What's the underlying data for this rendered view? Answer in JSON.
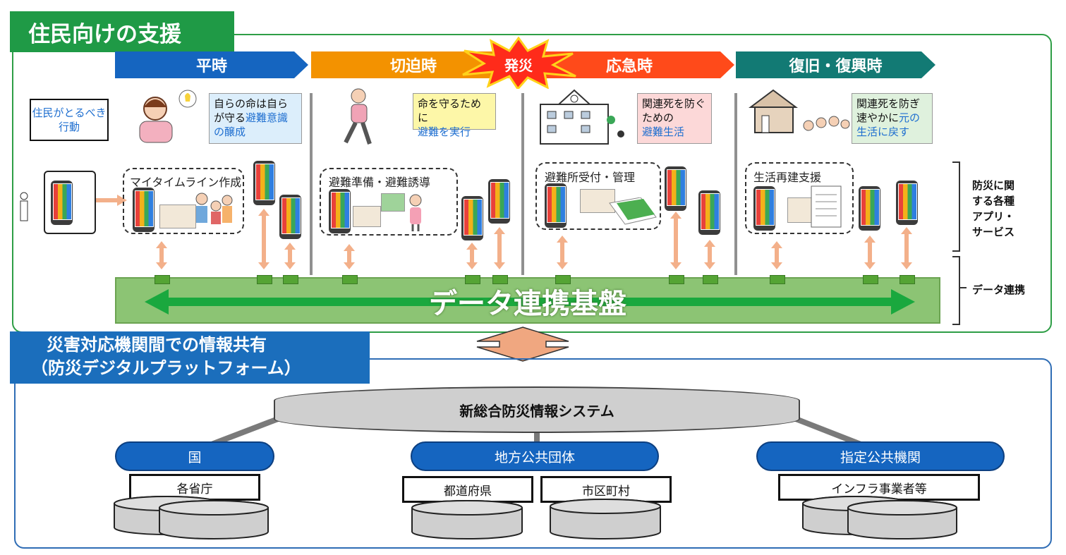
{
  "top_title": "住民向けの支援",
  "phases": [
    {
      "label": "平時",
      "color": "#1565c0"
    },
    {
      "label": "切迫時",
      "color": "#f39200"
    },
    {
      "label": "応急時",
      "color": "#ff4a1a"
    },
    {
      "label": "復旧・復興時",
      "color": "#127a74"
    }
  ],
  "disaster_burst": "発災",
  "resident_action_label": "住民がとるべき\n行動",
  "notes": [
    {
      "text_a": "自らの命は自らが守る",
      "text_b": "避難意識の醸成",
      "bg": "#dceefb"
    },
    {
      "text_a": "命を守るために",
      "text_b": "避難を実行",
      "bg": "#fdf7a8"
    },
    {
      "text_a": "関連死を防ぐための",
      "text_b": "避難生活",
      "bg": "#fcd8d8"
    },
    {
      "text_a": "関連死を防ぎ速やかに",
      "text_b_prefix": "元の",
      "text_b": "生活に戻す",
      "bg": "#dff1dd"
    }
  ],
  "services": [
    "マイタイムライン作成",
    "避難準備・避難誘導",
    "避難所受付・管理",
    "生活再建支援"
  ],
  "platform_label": "データ連携基盤",
  "side_labels": {
    "apps": "防災に関する各種アプリ・サービス",
    "data": "データ連携"
  },
  "bottom_title_line1": "災害対応機関間での情報共有",
  "bottom_title_line2": "（防災デジタルプラットフォーム）",
  "system_label": "新総合防災情報システム",
  "orgs": [
    {
      "label": "国",
      "subs": [
        "各省庁"
      ]
    },
    {
      "label": "地方公共団体",
      "subs": [
        "都道府県",
        "市区町村"
      ]
    },
    {
      "label": "指定公共機関",
      "subs": [
        "インフラ事業者等"
      ]
    }
  ],
  "colors": {
    "green": "#1f9a46",
    "blue": "#1b6ebc",
    "arrow_orange": "#f3b08a",
    "platform_green": "#8cc474",
    "arrow_green": "#1aa83e"
  }
}
